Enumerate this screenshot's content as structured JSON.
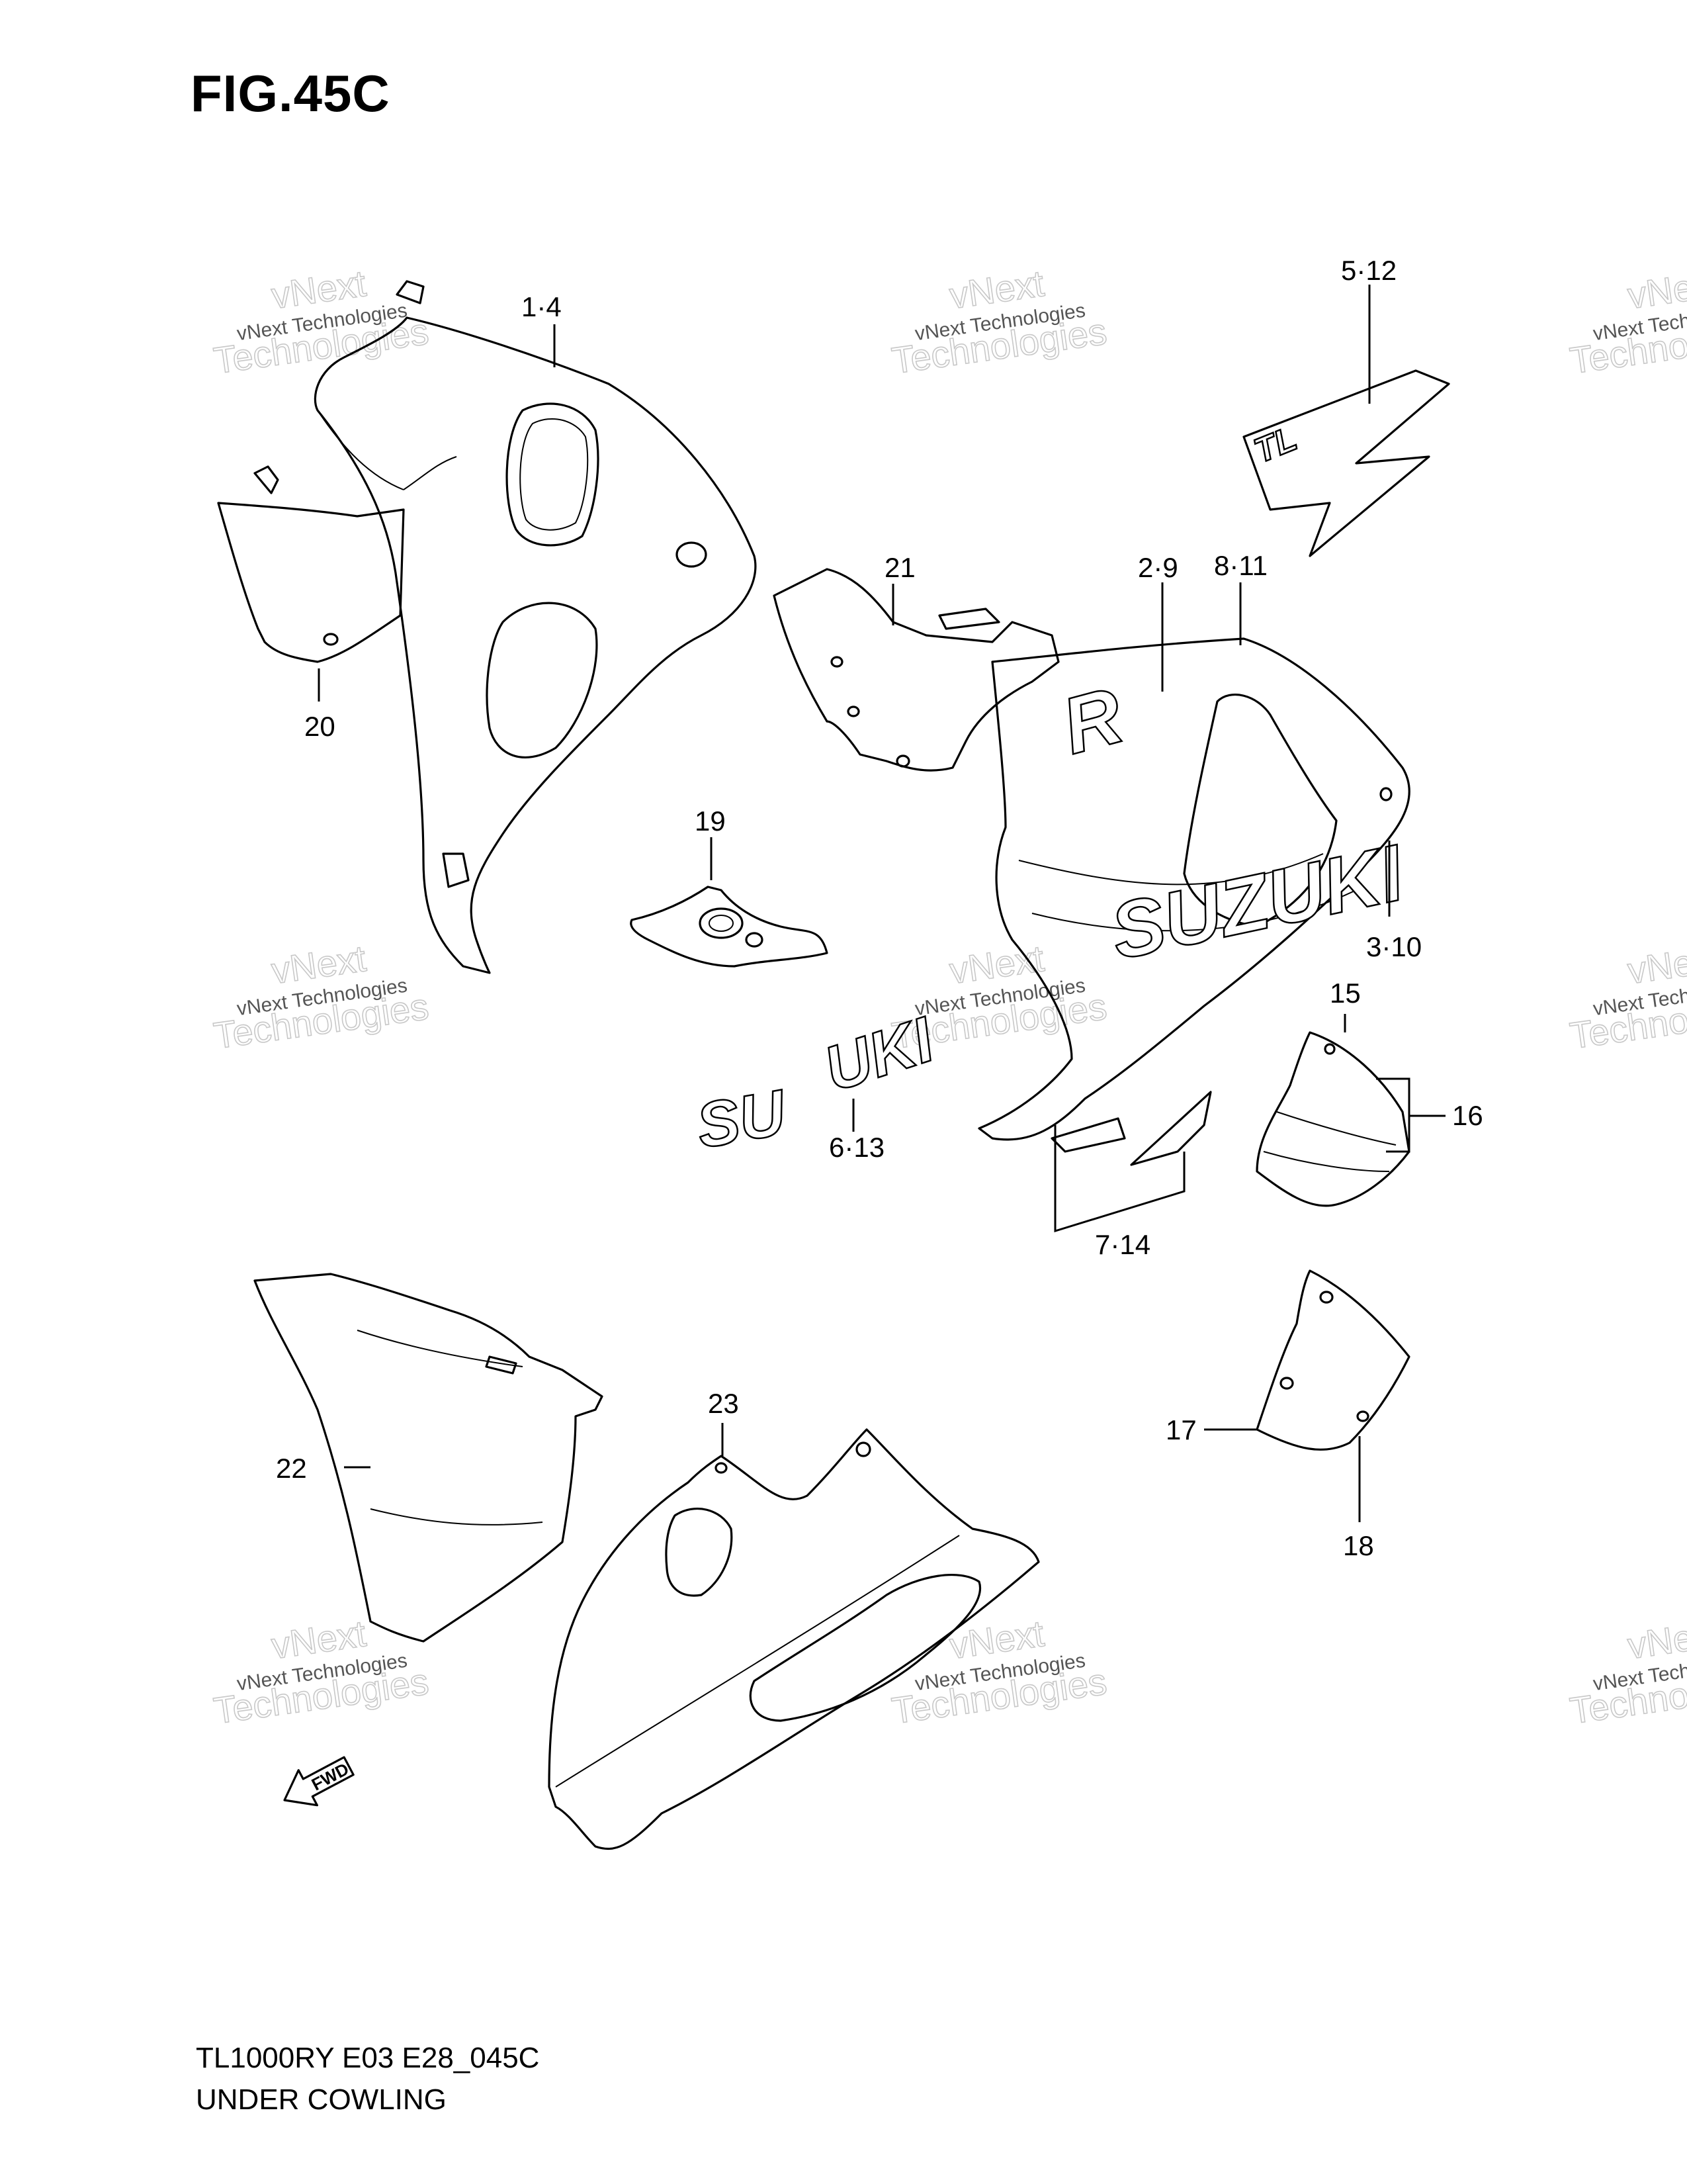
{
  "figure": {
    "title": "FIG.45C",
    "model_code": "TL1000RY E03 E28_045C",
    "section_name": "UNDER COWLING"
  },
  "watermark": {
    "line1": "vNext Technologies",
    "line2": "vNext",
    "line3": "Technologies"
  },
  "decals": {
    "brand_large": "SUZUKI",
    "brand_split_left": "SU",
    "brand_split_right": "UKI",
    "model_badge": "TL",
    "model_letter": "R"
  },
  "direction_arrow": "FWD",
  "callouts": [
    {
      "id": "c-1-4",
      "text": "1·4"
    },
    {
      "id": "c-5-12",
      "text": "5·12"
    },
    {
      "id": "c-21",
      "text": "21"
    },
    {
      "id": "c-2-9",
      "text": "2·9"
    },
    {
      "id": "c-8-11",
      "text": "8·11"
    },
    {
      "id": "c-20",
      "text": "20"
    },
    {
      "id": "c-19",
      "text": "19"
    },
    {
      "id": "c-3-10",
      "text": "3·10"
    },
    {
      "id": "c-15",
      "text": "15"
    },
    {
      "id": "c-16",
      "text": "16"
    },
    {
      "id": "c-6-13",
      "text": "6·13"
    },
    {
      "id": "c-7-14",
      "text": "7·14"
    },
    {
      "id": "c-22",
      "text": "22"
    },
    {
      "id": "c-23",
      "text": "23"
    },
    {
      "id": "c-17",
      "text": "17"
    },
    {
      "id": "c-18",
      "text": "18"
    }
  ]
}
